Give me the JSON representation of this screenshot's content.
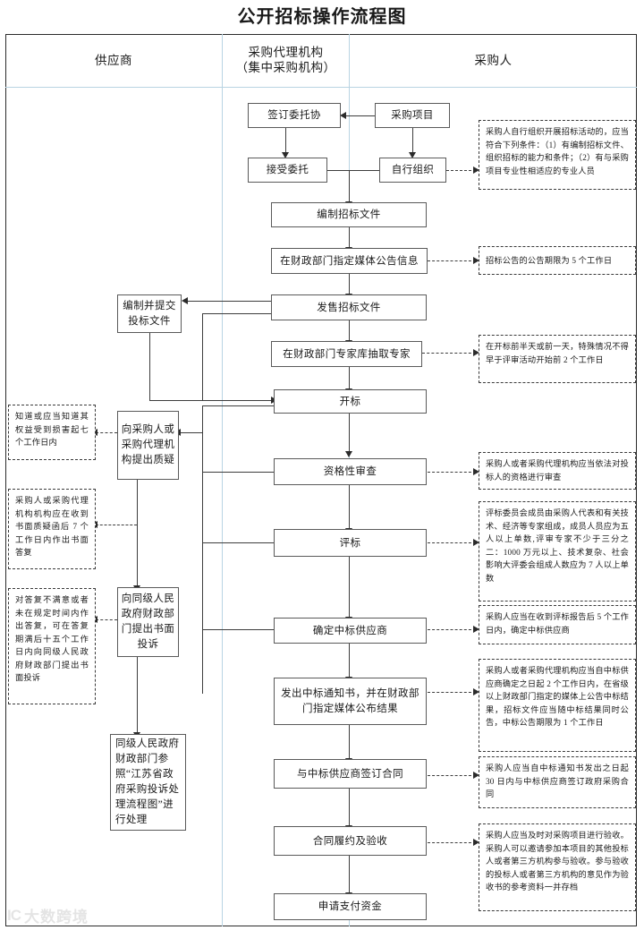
{
  "title": "公开招标操作流程图",
  "lanes": [
    {
      "name": "供应商",
      "sub": ""
    },
    {
      "name": "采购代理机构",
      "sub": "（集中采购机构）"
    },
    {
      "name": "采购人",
      "sub": ""
    }
  ],
  "nodes": {
    "caigou_xiangmu": "采购项目",
    "qianding_weituo": "签订委托协",
    "jieshou_weituo": "接受委托",
    "zixing_zuzhi": "自行组织",
    "bianzhi_zhaobiao": "编制招标文件",
    "gonggao_xinxi": "在财政部门指定媒体公告信息",
    "fashou_zhaobiao": "发售招标文件",
    "chouqu_zhuanjia": "在财政部门专家库抽取专家",
    "kaibiao": "开标",
    "zige_shencha": "资格性审查",
    "pingbiao": "评标",
    "queding_zhongbiao": "确定中标供应商",
    "fachu_tongzhishu": "发出中标通知书，并在财政部门指定媒体公布结果",
    "qianding_hetong": "与中标供应商签订合同",
    "lvyue_yanshou": "合同履约及验收",
    "shenqing_zhifu": "申请支付资金",
    "bianzhi_toubiao": "编制并提交投标文件",
    "tichu_zhiyi": "向采购人或采购代理机构提出质疑",
    "tichu_tousu": "向同级人民政府财政部门提出书面投诉",
    "tousu_chuli": "同级人民政府财政部门参照“江苏省政府采购投诉处理流程图”进行处理"
  },
  "notes": {
    "zixing_zuzhi_note": "采购人自行组织开展招标活动的，应当符合下列条件：（1）有编制招标文件、组织招标的能力和条件；（2）有与采购项目专业性相适应的专业人员",
    "gonggao_note": "招标公告的公告期限为 5 个工作日",
    "chouqu_note": "在开标前半天或前一天，特殊情况不得早于评审活动开始前 2 个工作日",
    "zige_note": "采购人或者采购代理机构应当依法对投标人的资格进行审查",
    "pingbiao_note": "评标委员会成员由采购人代表和有关技术、经济等专家组成，成员人员应为五人以上单数,评审专家不少于三分之二：1000 万元以上、技术复杂、社会影响大评委会组成人数应为 7 人以上单数",
    "queding_note": "采购人应当在收到评标报告后 5 个工作日内，确定中标供应商",
    "tongzhishu_note": "采购人或者采购代理机构应当自中标供应商确定之日起 2 个工作日内，在省级以上财政部门指定的媒体上公告中标结果，招标文件应当随中标结果同时公告，中标公告期限为 1 个工作日",
    "hetong_note": "采购人应当自中标通知书发出之日起 30 日内与中标供应商签订政府采购合同",
    "yanshou_note": "采购人应当及时对采购项目进行验收。采购人可以邀请参加本项目的其他投标人或者第三方机构参与验收。参与验收的投标人或者第三方机构的意见作为验收书的参考资料一并存档",
    "zhiyi_note": "知道或应当知道其权益受到损害起七个工作日内",
    "dafu_note": "采购人或采购代理机构机构应在收到书面质疑函后 7 个工作日内作出书面答复",
    "tousu_note": "对答复不满意或者未在规定时间内作出答复，可在答复期满后十五个工作日内向同级人民政府财政部门提出书面投诉"
  },
  "watermark": {
    "mark": "IC",
    "text": "大数跨境"
  }
}
